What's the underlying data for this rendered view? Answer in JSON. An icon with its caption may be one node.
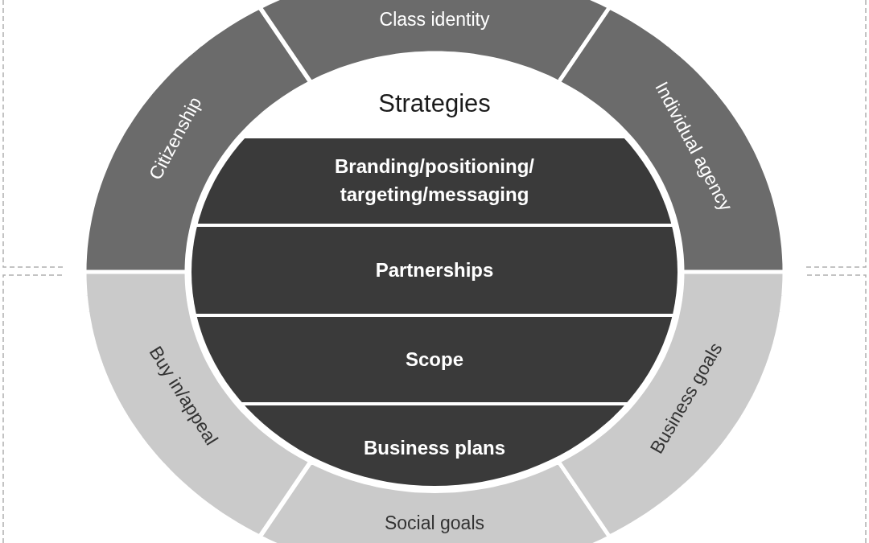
{
  "diagram": {
    "nodes": [
      {
        "text": [
          "Citizenship"
        ]
      },
      {
        "text": [
          "Class identity"
        ]
      },
      {
        "text": [
          "Individual agency"
        ]
      },
      {
        "text": [
          "Strategies"
        ]
      },
      {
        "text": [
          "Branding/positioning/ targeting/messaging"
        ],
        "in": 3
      },
      {
        "text": [
          "Partnerships"
        ],
        "in": 3
      },
      {
        "text": [
          "Scope"
        ],
        "in": 3
      },
      {
        "text": [
          "Business plans"
        ],
        "in": 3
      },
      {
        "text": [
          "Buy in/appeal"
        ]
      },
      {
        "text": [
          "Social goals"
        ]
      },
      {
        "text": [
          "Business goals"
        ]
      }
    ]
  }
}
